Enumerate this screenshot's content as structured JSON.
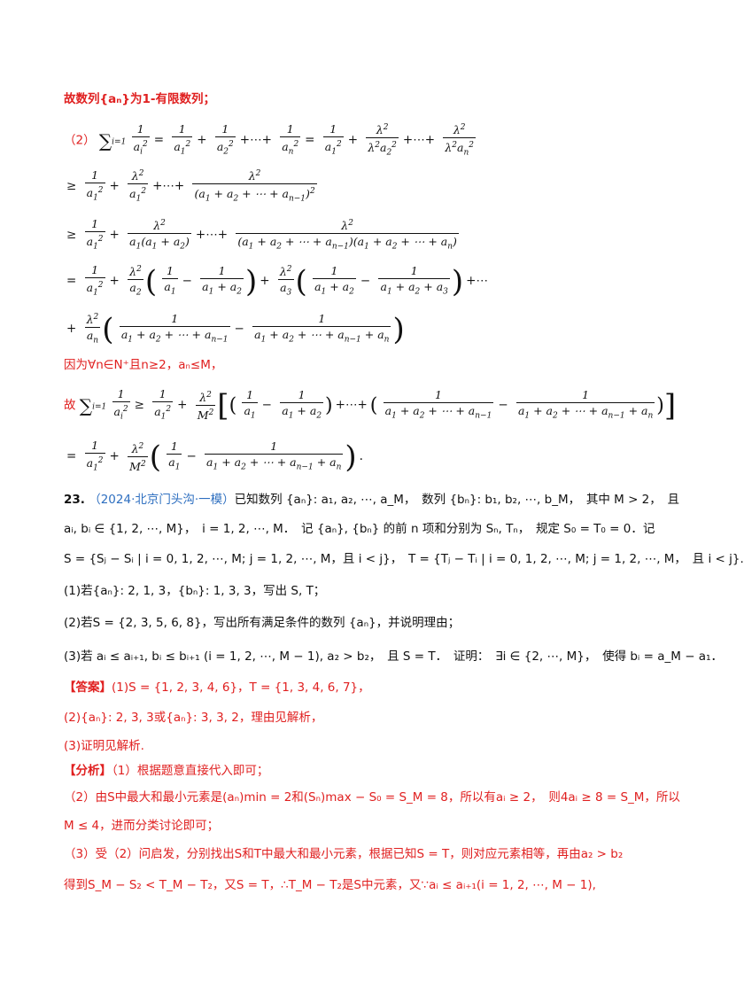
{
  "intro": {
    "conclusion": "故数列{aₙ}为1-有限数列；"
  },
  "part2": {
    "label": "（2）",
    "line1": "∑ 1/aᵢ² = 1/a₁² + 1/a₂² + ⋯ + 1/aₙ² = 1/a₁² + λ²/(λ²a₂²) + ⋯ + λ²/(λ²aₙ²)",
    "line2": "≥ 1/a₁² + λ²/a₁² + ⋯ + λ²/(a₁ + a₂ + ⋯ + aₙ₋₁)²",
    "line3": "≥ 1/a₁² + λ²/(a₁(a₁ + a₂)) + ⋯ + λ²/((a₁ + a₂ + ⋯ + aₙ₋₁)(a₁ + a₂ + ⋯ + aₙ))",
    "line4": "= 1/a₁² + λ²/a₂ (1/a₁ − 1/(a₁ + a₂)) + λ²/a₃ (1/(a₁ + a₂) − 1/(a₁ + a₂ + a₃)) + ⋯",
    "line5": "+ λ²/aₙ (1/(a₁ + a₂ + ⋯ + aₙ₋₁) − 1/(a₁ + a₂ + ⋯ + aₙ₋₁ + aₙ))",
    "because": "因为∀n∈N⁺且n≥2，aₙ≤M，",
    "therefore_prefix": "故",
    "line6": "∑ 1/aᵢ² ≥ 1/a₁² + λ²/M² [(1/a₁ − 1/(a₁ + a₂)) + ⋯ + (1/(a₁ + a₂ + ⋯ + aₙ₋₁) − 1/(a₁ + a₂ + ⋯ + aₙ₋₁ + aₙ))]",
    "line7": "= 1/a₁² + λ²/M² (1/a₁ − 1/(a₁ + a₂ + ⋯ + aₙ₋₁ + aₙ))."
  },
  "problem23": {
    "number": "23.",
    "source": "（2024·北京门头沟·一模）",
    "stem_l1": "已知数列 {aₙ}: a₁, a₂, ⋯, a_M，　数列 {bₙ}: b₁, b₂, ⋯, b_M，　其中 M > 2，　且",
    "stem_l2": "aᵢ, bᵢ ∈ {1, 2, ⋯, M}，　i = 1, 2, ⋯, M．　记 {aₙ}, {bₙ} 的前 n 项和分别为 Sₙ, Tₙ，　规定 S₀ = T₀ = 0．记",
    "stem_l3": "S = {Sⱼ − Sᵢ | i = 0, 1, 2, ⋯, M; j = 1, 2, ⋯, M，且 i < j}，　T = {Tⱼ − Tᵢ | i = 0, 1, 2, ⋯, M; j = 1, 2, ⋯, M，　且 i < j}.",
    "q1": "(1)若{aₙ}: 2, 1, 3，{bₙ}: 1, 3, 3，写出 S, T；",
    "q2": "(2)若S = {2, 3, 5, 6, 8}，写出所有满足条件的数列 {aₙ}，并说明理由；",
    "q3": "(3)若 aᵢ ≤ aᵢ₊₁, bᵢ ≤ bᵢ₊₁ (i = 1, 2, ⋯, M − 1), a₂ > b₂，　且 S = T．　证明：　∃i ∈ {2, ⋯, M}，　使得 bᵢ = a_M − a₁．"
  },
  "answer": {
    "tag": "【答案】",
    "a1": "(1)S = {1, 2, 3, 4, 6}，T = {1, 3, 4, 6, 7}，",
    "a2": "(2){aₙ}: 2, 3, 3或{aₙ}: 3, 3, 2，理由见解析，",
    "a3": "(3)证明见解析."
  },
  "analysis": {
    "tag": "【分析】",
    "p1": "（1）根据题意直接代入即可；",
    "p2_l1": "（2）由S中最大和最小元素是(aₙ)min = 2和(Sₙ)max − S₀ = S_M = 8，所以有aᵢ ≥ 2，　则4aᵢ ≥ 8 = S_M，所以",
    "p2_l2": "M ≤ 4，进而分类讨论即可；",
    "p3_l1": "（3）受（2）问启发，分别找出S和T中最大和最小元素，根据已知S = T，则对应元素相等，再由a₂ > b₂",
    "p3_l2": "得到S_M − S₂ < T_M − T₂，又S = T，∴T_M − T₂是S中元素，又∵aᵢ ≤ aᵢ₊₁(i = 1, 2, ⋯, M − 1),"
  }
}
